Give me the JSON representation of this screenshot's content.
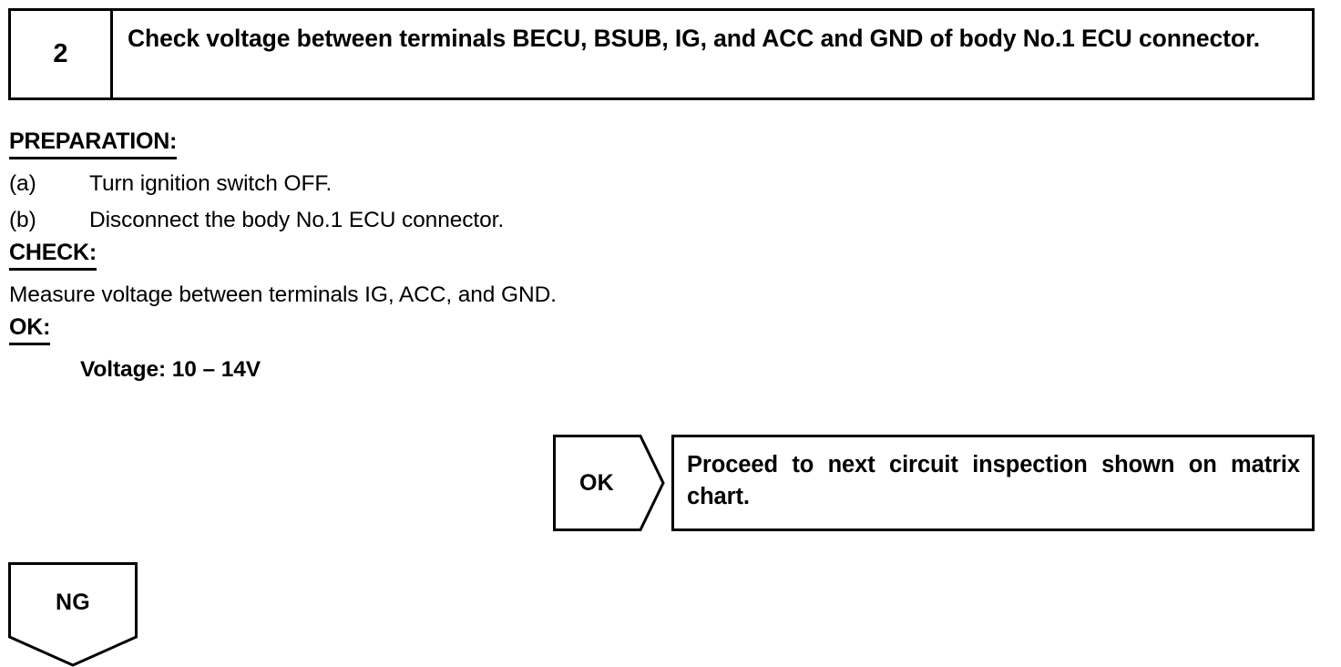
{
  "step": {
    "number": "2",
    "title": "Check voltage between terminals BECU, BSUB, IG, and ACC and GND of body No.1 ECU connector."
  },
  "sections": {
    "preparation_heading": "PREPARATION:",
    "preparation_items": [
      {
        "marker": "(a)",
        "text": "Turn ignition switch OFF."
      },
      {
        "marker": "(b)",
        "text": "Disconnect the body No.1 ECU connector."
      }
    ],
    "check_heading": "CHECK:",
    "check_text": "Measure voltage between terminals IG, ACC, and GND.",
    "ok_heading": "OK:",
    "ok_value": "Voltage: 10 – 14V"
  },
  "branches": {
    "ok": {
      "tag": "OK",
      "result": "Proceed to next circuit inspection shown on matrix chart."
    },
    "ng": {
      "tag": "NG"
    }
  },
  "colors": {
    "ink": "#000000",
    "page": "#ffffff"
  }
}
